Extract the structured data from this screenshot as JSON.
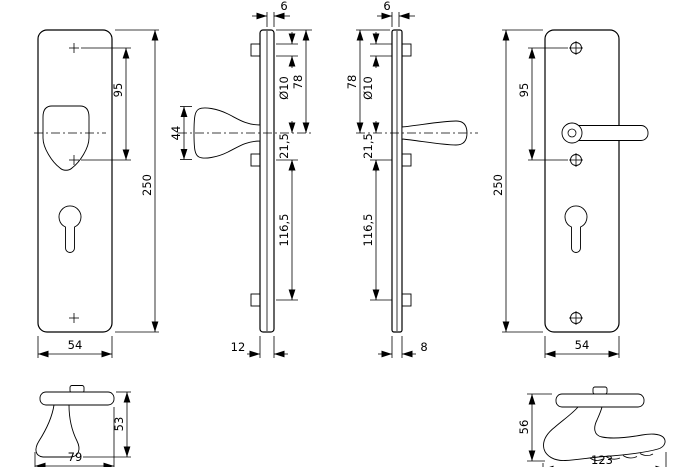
{
  "dims": {
    "outer_plate": {
      "screw_distance": "95",
      "total_height": "250",
      "width": "54"
    },
    "knob_side": {
      "edge_thickness": "6",
      "knob_width": "44",
      "hole_diameter": "Ø10",
      "top_to_handle": "78",
      "handle_to_screw": "21,5",
      "screw_to_screw": "116,5",
      "plate_thickness": "12"
    },
    "lever_side": {
      "edge_thickness": "6",
      "hole_diameter": "Ø10",
      "top_to_handle": "78",
      "handle_to_screw": "21,5",
      "screw_to_screw": "116,5",
      "plate_thickness": "8"
    },
    "inner_plate": {
      "screw_distance": "95",
      "total_height": "250",
      "width": "54"
    },
    "knob_profile": {
      "width": "79",
      "height": "53"
    },
    "lever_profile": {
      "width": "123",
      "height": "56"
    }
  },
  "colors": {
    "line": "#000000",
    "background": "#ffffff"
  }
}
